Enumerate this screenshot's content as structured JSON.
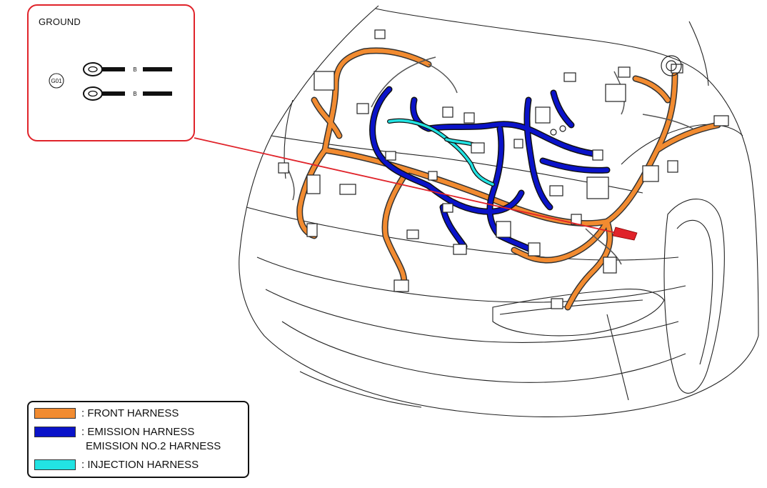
{
  "inset": {
    "title": "GROUND",
    "ground_id": "G01",
    "wire_color_1": "B",
    "wire_color_2": "B",
    "border_color": "#e0232a"
  },
  "legend": {
    "items": [
      {
        "color": "#f28b30",
        "lines": [
          ": FRONT HARNESS"
        ]
      },
      {
        "color": "#0a13c9",
        "lines": [
          ": EMISSION HARNESS",
          "EMISSION NO.2 HARNESS"
        ]
      },
      {
        "color": "#22e3e3",
        "lines": [
          ": INJECTION HARNESS"
        ]
      }
    ]
  },
  "colors": {
    "front_harness": "#f28b30",
    "emission_harness": "#0a13c9",
    "injection_harness": "#22e3e3",
    "leader_line": "#e0232a",
    "body_outline": "#222222"
  }
}
